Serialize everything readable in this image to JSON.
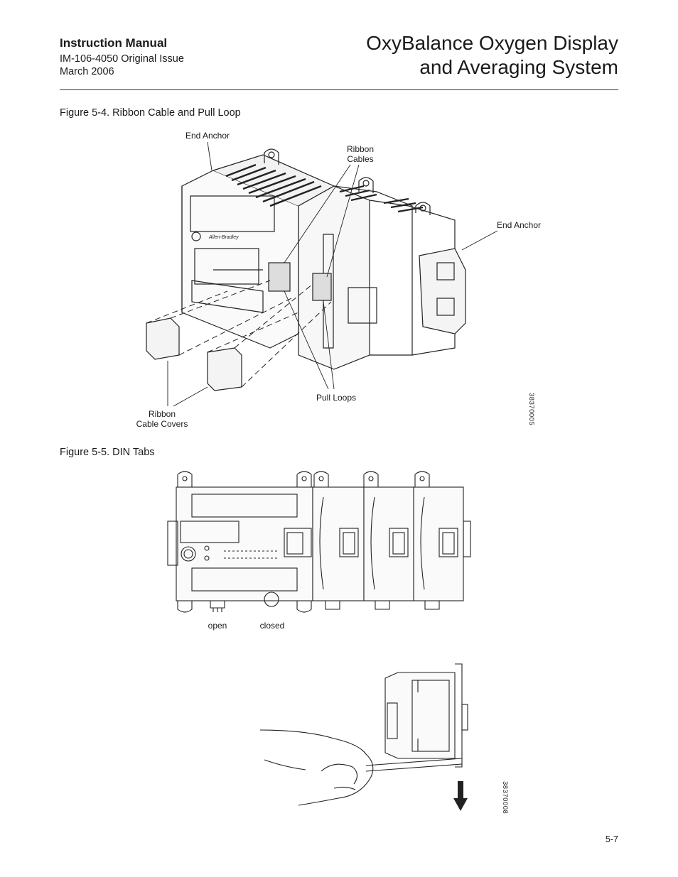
{
  "header": {
    "manual_label": "Instruction Manual",
    "doc_number": "IM-106-4050 Original Issue",
    "date": "March 2006",
    "title_line1": "OxyBalance Oxygen Display",
    "title_line2": "and Averaging System"
  },
  "figure_4": {
    "caption": "Figure 5-4. Ribbon Cable and Pull Loop",
    "labels": {
      "end_anchor_left": "End Anchor",
      "ribbon_cables_line1": "Ribbon",
      "ribbon_cables_line2": "Cables",
      "end_anchor_right": "End Anchor",
      "pull_loops": "Pull Loops",
      "ribbon_cable_covers_line1": "Ribbon",
      "ribbon_cable_covers_line2": "Cable Covers"
    },
    "drawing_id": "38370005"
  },
  "figure_5": {
    "caption": "Figure 5-5. DIN Tabs",
    "labels": {
      "open": "open",
      "closed": "closed"
    },
    "drawing_id": "38370008"
  },
  "footer": {
    "page_number": "5-7"
  }
}
